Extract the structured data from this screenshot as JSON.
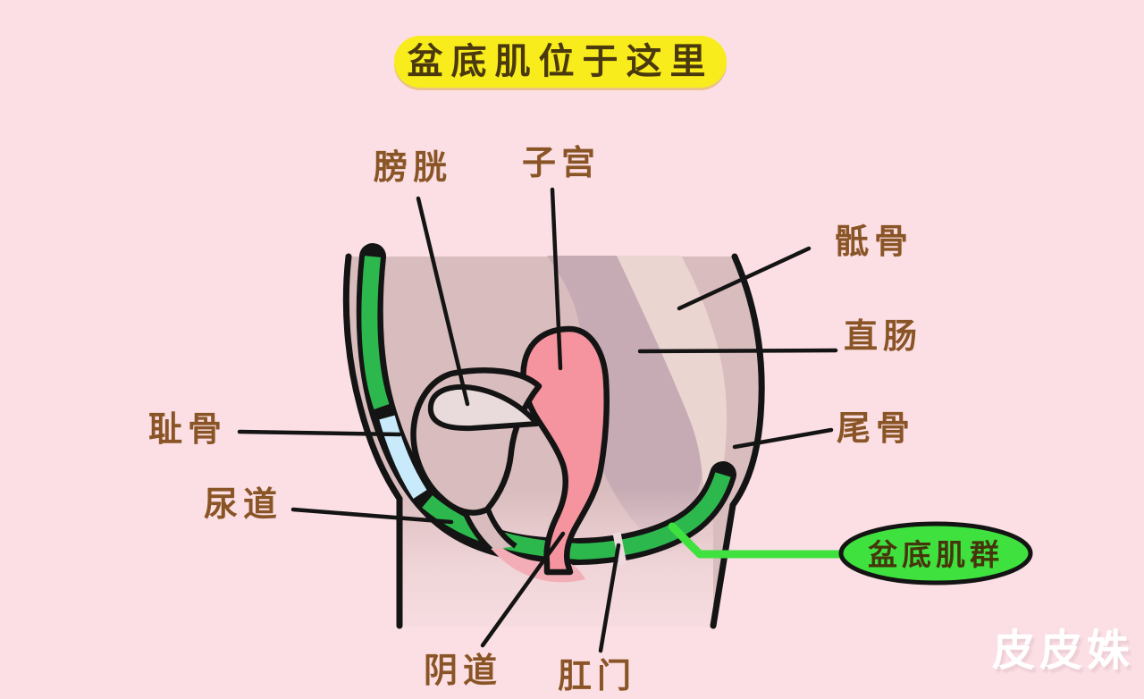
{
  "title": "盆底肌位于这里",
  "labels": {
    "bladder": "膀胱",
    "uterus": "子宫",
    "sacrum": "骶骨",
    "rectum": "直肠",
    "pubic_bone": "耻骨",
    "coccyx": "尾骨",
    "urethra": "尿道",
    "vagina": "阴道",
    "anus": "肛门"
  },
  "callout": {
    "label": "盆底肌群"
  },
  "watermark": "皮皮姝",
  "colors": {
    "background": "#fbdfe5",
    "title_highlight": "#f8ec1c",
    "title_text": "#4a380e",
    "label_text": "#8a5526",
    "body": "#d9bcbd",
    "body_lower": "#f3d8dc",
    "rectum_band": "#c7abb4",
    "sacrum_band": "#ead5d0",
    "uterus_pink": "#f5949e",
    "pubic_bone_blue": "#c8eafb",
    "muscle_green": "#2db84e",
    "callout_green": "#3fe13f",
    "outline_black": "#141414",
    "watermark_text": "#ffffff"
  }
}
